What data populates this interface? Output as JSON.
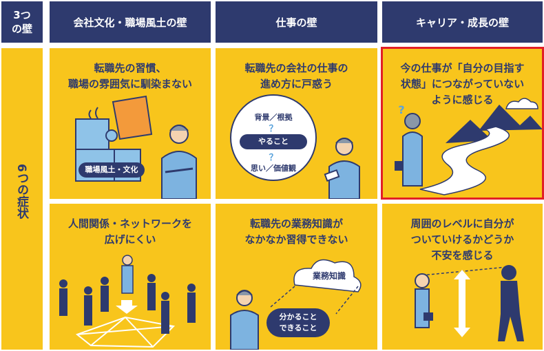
{
  "header": {
    "corner": "3つ\nの壁",
    "columns": [
      "会社文化・職場風土の壁",
      "仕事の壁",
      "キャリア・成長の壁"
    ]
  },
  "row_label": "6つの症状",
  "cells": [
    {
      "title": "転職先の習慣、\n職場の雰囲気に馴染まない",
      "labels": [
        "職場風土・文化"
      ]
    },
    {
      "title": "転職先の会社の仕事の\n進め方に戸惑う",
      "labels": [
        "背景／根拠",
        "？",
        "やること",
        "？",
        "思い／価値観"
      ]
    },
    {
      "title": "今の仕事が「自分の目指す\n状態」につながっていない\nように感じる",
      "labels": [
        "?"
      ],
      "highlighted": true
    },
    {
      "title": "人間関係・ネットワークを\n広げにくい",
      "labels": []
    },
    {
      "title": "転職先の業務知識が\nなかなか習得できない",
      "labels": [
        "業務知識",
        "分かること\nできること"
      ]
    },
    {
      "title": "周囲のレベルに自分が\nついていけるかどうか\n不安を感じる",
      "labels": []
    }
  ],
  "colors": {
    "navy": "#2e3a6e",
    "yellow": "#f8c51c",
    "highlight": "#e21f26",
    "blue": "#8fc3e8"
  }
}
